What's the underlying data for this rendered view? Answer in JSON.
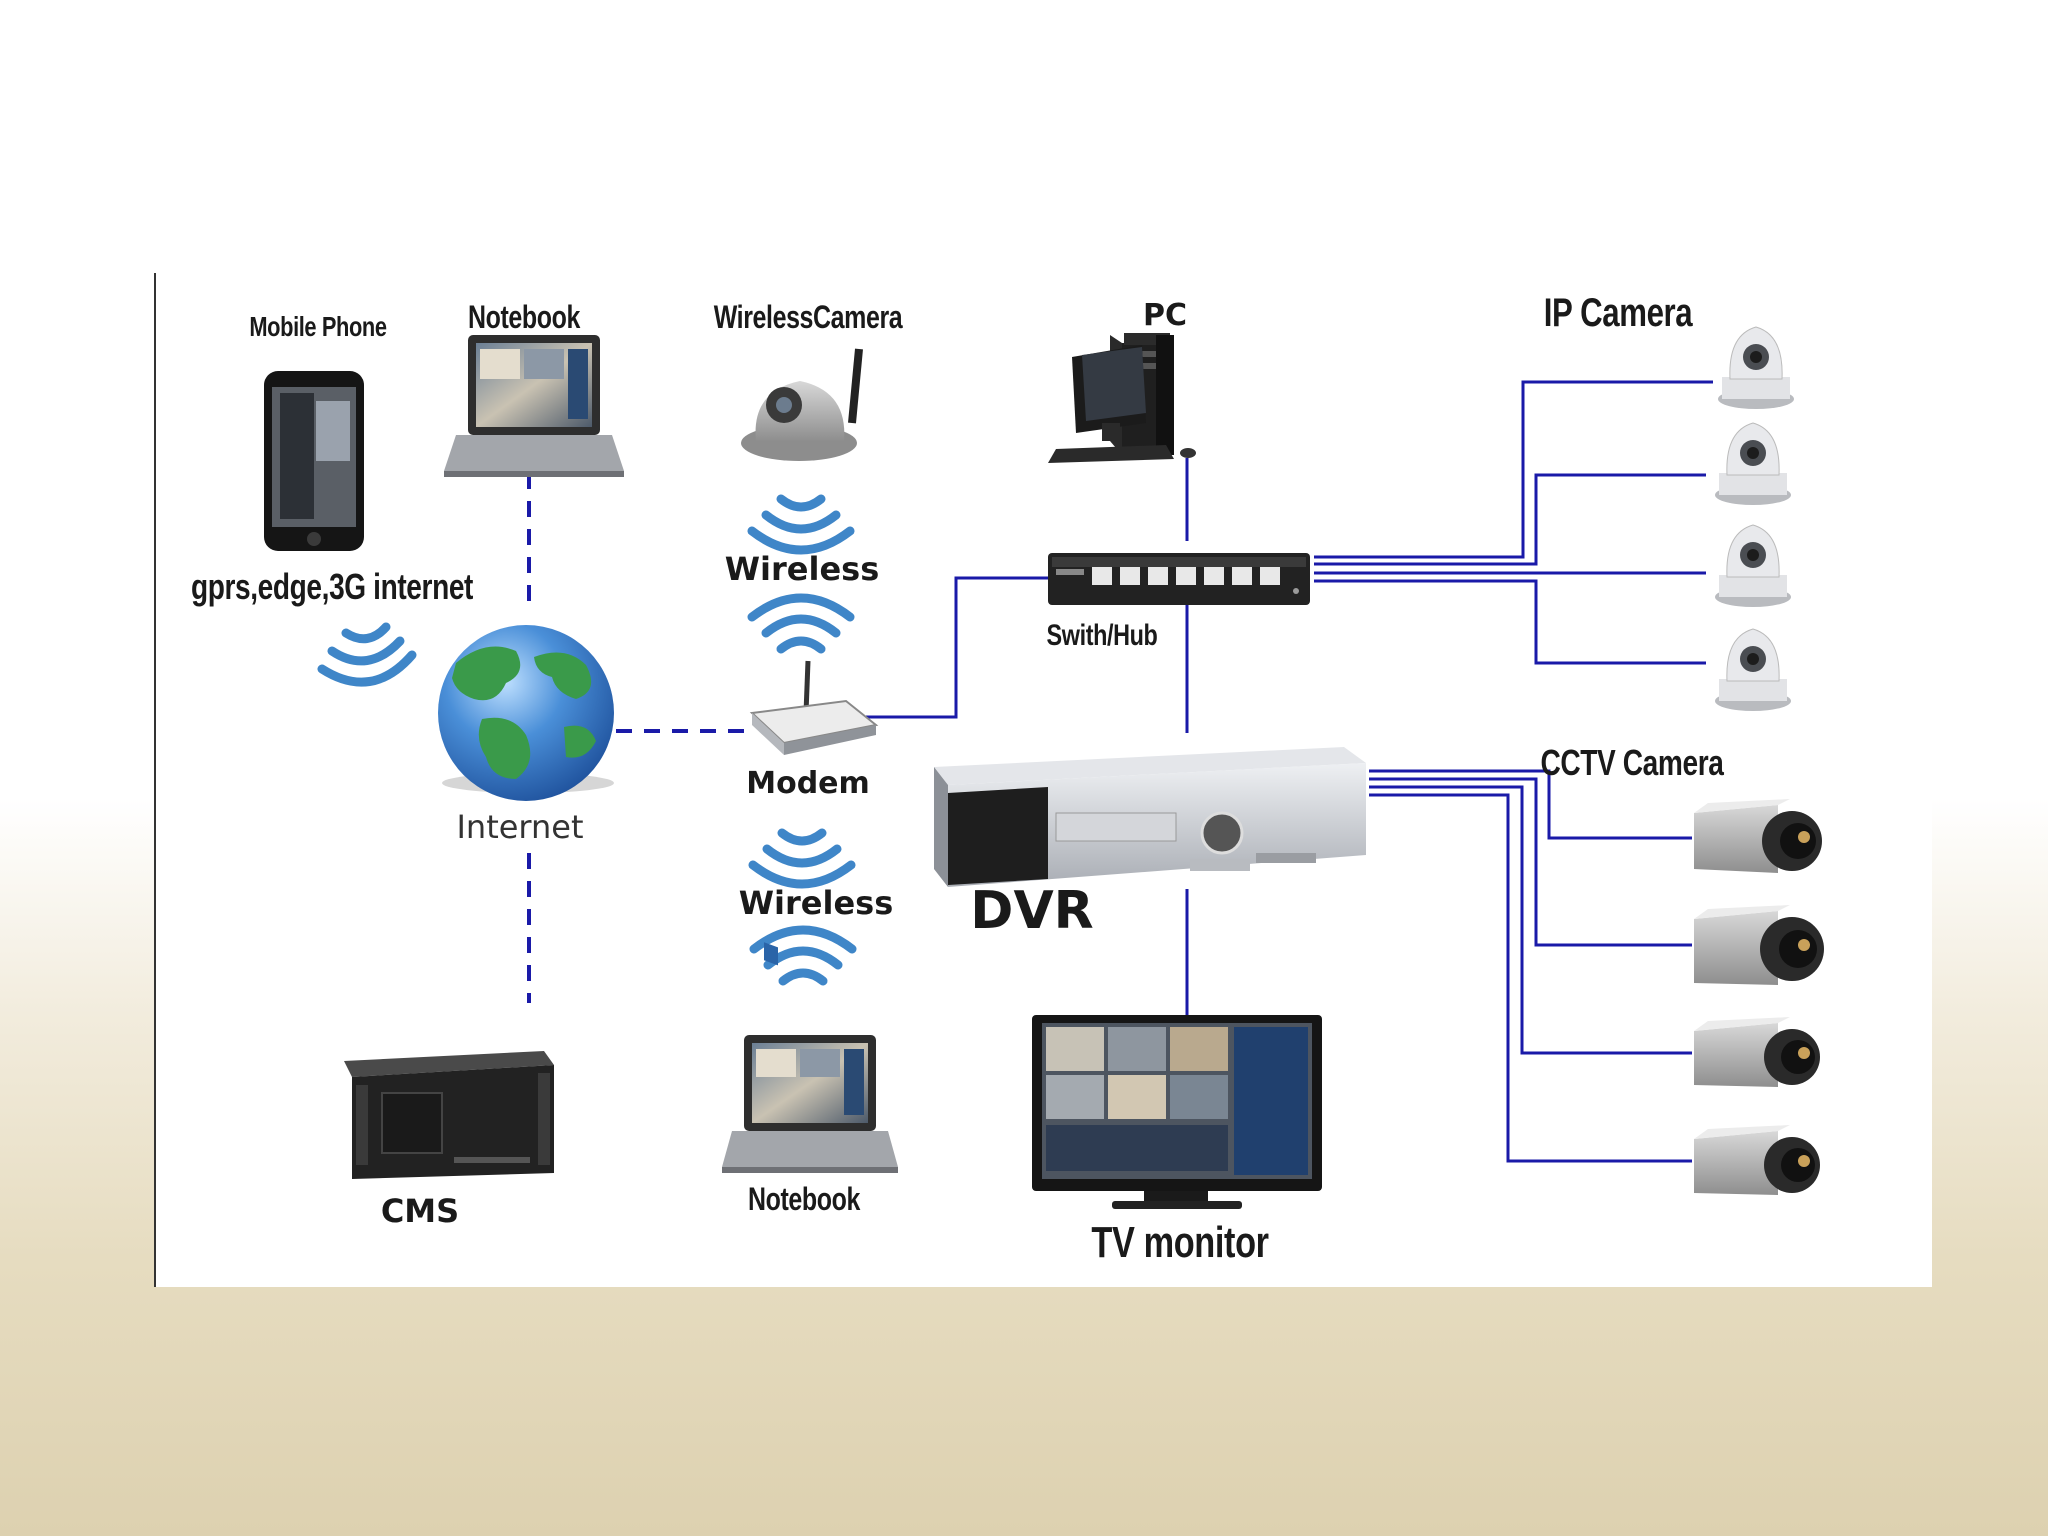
{
  "labels": {
    "mobile_phone": "Mobile Phone",
    "notebook_top": "Notebook",
    "wireless_camera": "WirelessCamera",
    "pc": "PC",
    "ip_camera": "IP Camera",
    "gprs": "gprs,edge,3G internet",
    "wireless_top": "Wireless",
    "switch_hub": "Swith/Hub",
    "internet": "Internet",
    "modem": "Modem",
    "cctv_camera": "CCTV Camera",
    "wireless_bottom": "Wireless",
    "dvr": "DVR",
    "cms": "CMS",
    "notebook_bottom": "Notebook",
    "tv_monitor": "TV monitor"
  },
  "colors": {
    "wire": "#1a1aa8",
    "wireless_wave": "#3f86c8",
    "globe_ocean": "#4a8fd8",
    "globe_land": "#3a9a4a",
    "device_dark": "#2b2b2b",
    "device_silver": "#c9ccd1"
  }
}
